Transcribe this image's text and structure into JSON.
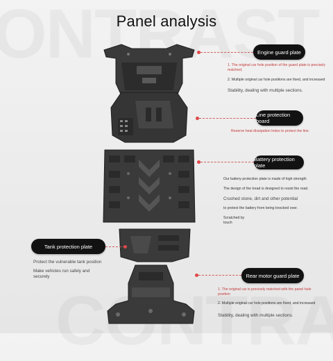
{
  "title": "Panel analysis",
  "background_words": {
    "top": "ONTRAST",
    "bottom": "CONTRA"
  },
  "colors": {
    "accent": "#e04848",
    "plate": "#3a3a3a",
    "label_bg": "#121212"
  },
  "engine": {
    "label": "Engine guard plate",
    "lines": [
      "1. The original car hole position of the guard plate is precisely matched;",
      "2. Multiple original car hole positions are fixed, and increased",
      "Stability, dealing with multiple sections."
    ]
  },
  "line": {
    "label": "Line protection board",
    "lines": [
      "Reserve heat dissipation holes to protect the line"
    ]
  },
  "battery": {
    "label": "Battery protection plate",
    "lines": [
      "Our battery protection plate is made of high strength",
      "The design of the tread is designed to resist the road.",
      "Crushed stone, dirt and other potential",
      "to protect the battery from being knocked over.",
      "Scratched by",
      "touch"
    ]
  },
  "tank": {
    "label": "Tank protection plate",
    "lines": [
      "Protect the vulnerable tank position",
      "Make vehicles run safely and",
      "securely"
    ]
  },
  "rear": {
    "label": "Rear motor guard plate",
    "lines": [
      "1. The original car is precisely matched with the panel hole position",
      "2. Multiple original car hole positions are fixed, and increased",
      "Stability, dealing with multiple sections."
    ]
  }
}
